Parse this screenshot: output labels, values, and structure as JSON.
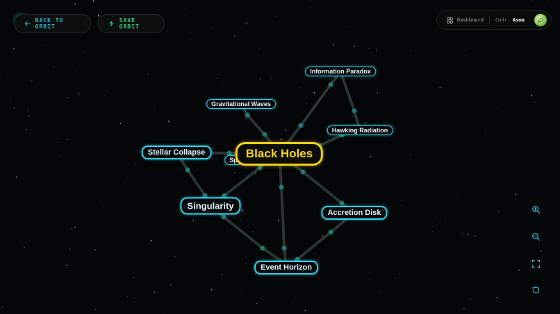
{
  "header": {
    "back_label": "BACK TO ORBIT",
    "save_label": "SAVE ORBIT",
    "dashboard_label": "Dashboard",
    "commander_prefix": "Cmdr.",
    "commander_name": "Asma"
  },
  "graph": {
    "center": "Black Holes",
    "nodes": [
      {
        "id": "info",
        "label": "Information Paradox"
      },
      {
        "id": "grav",
        "label": "Gravitational Waves"
      },
      {
        "id": "hawk",
        "label": "Hawking Radiation"
      },
      {
        "id": "stellar",
        "label": "Stellar Collapse"
      },
      {
        "id": "spag",
        "label": "Sp"
      },
      {
        "id": "sing",
        "label": "Singularity"
      },
      {
        "id": "accr",
        "label": "Accretion Disk"
      },
      {
        "id": "event",
        "label": "Event Horizon"
      }
    ]
  },
  "colors": {
    "node_border": "#35d1ea",
    "center_border": "#f0d11c",
    "edge": "#2a3634",
    "waypoint": "#1f7c74",
    "back_text": "#31b9e0",
    "save_text": "#3fd27a"
  },
  "controls": {
    "icons": [
      "zoom-in-icon",
      "zoom-out-icon",
      "fullscreen-icon",
      "reset-icon"
    ]
  }
}
